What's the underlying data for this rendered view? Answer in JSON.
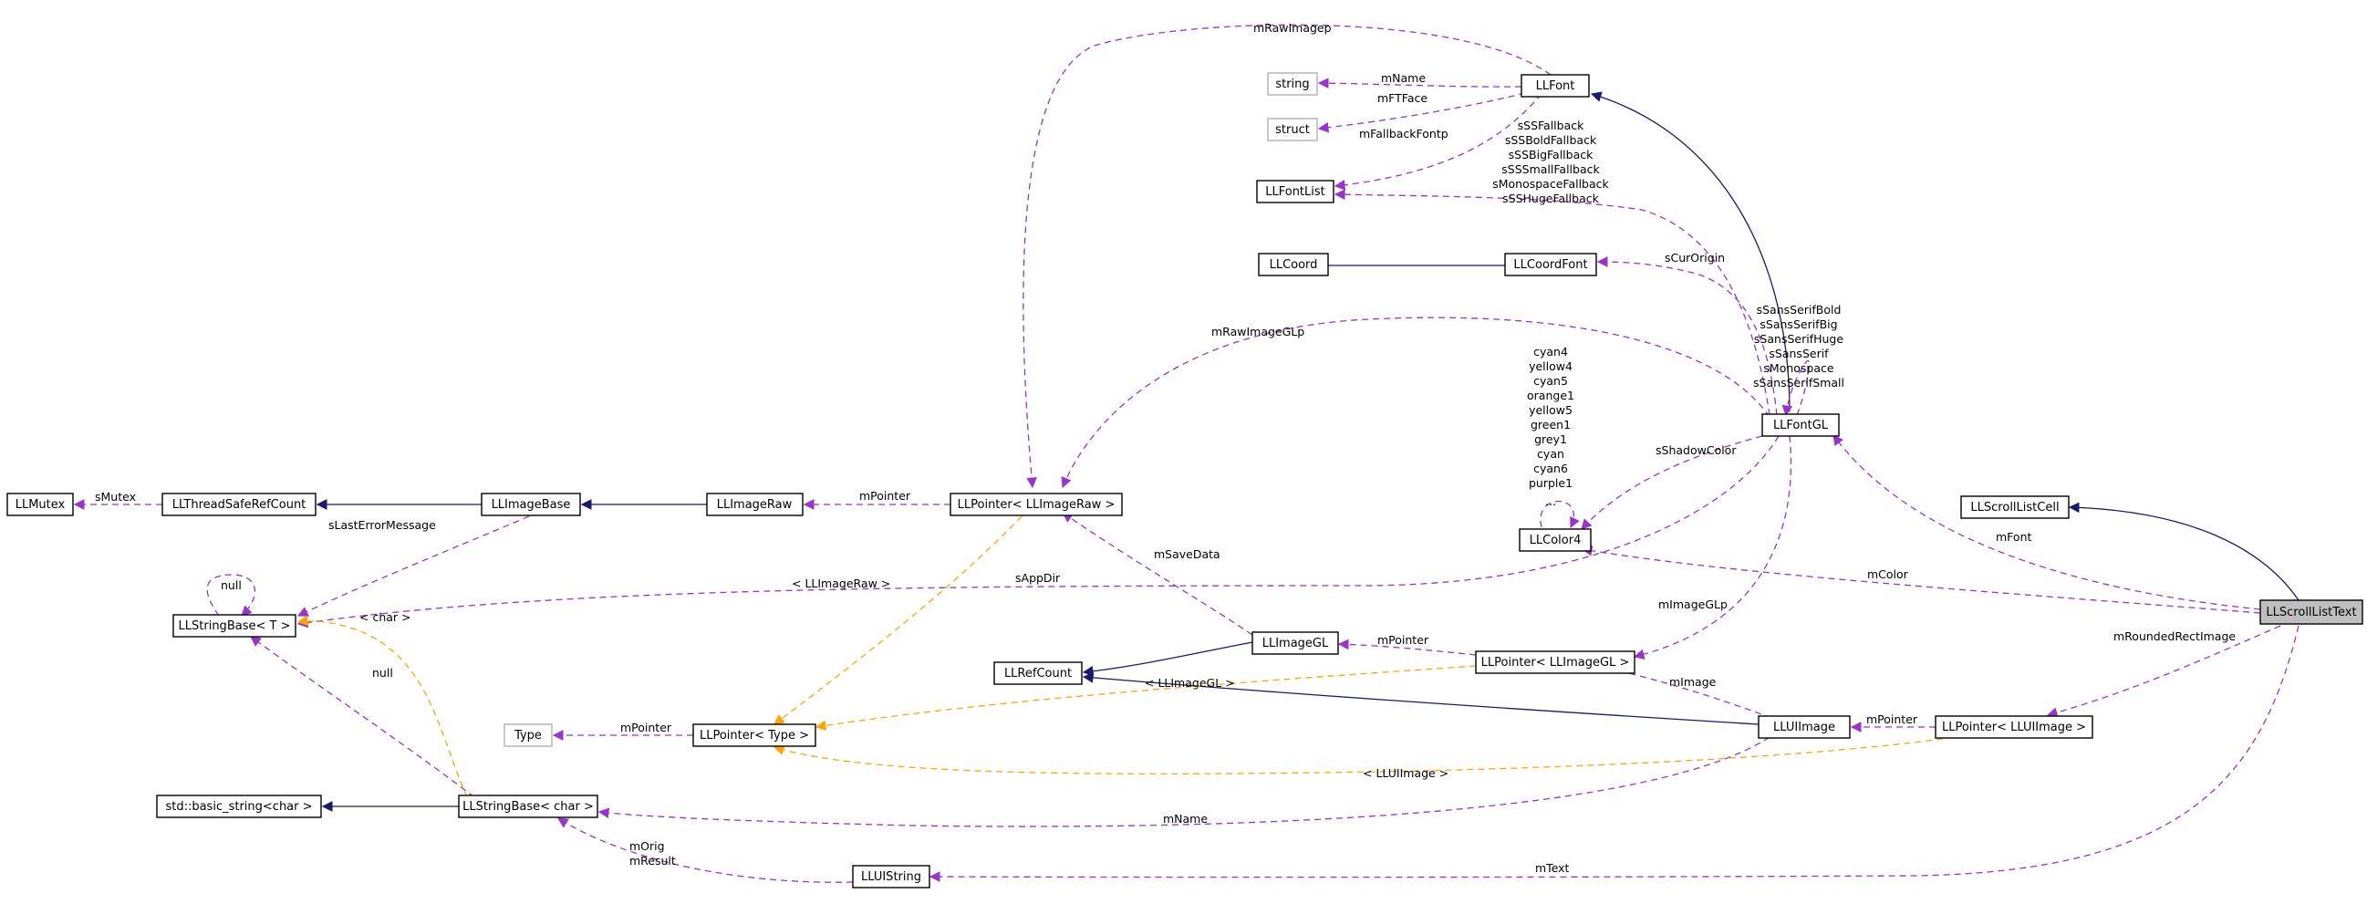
{
  "nodes": {
    "llfont": "LLFont",
    "string": "string",
    "struct": "struct",
    "llfontlist": "LLFontList",
    "llcoord": "LLCoord",
    "llcoordfont": "LLCoordFont",
    "llfontgl": "LLFontGL",
    "llcolor4": "LLColor4",
    "llmutex": "LLMutex",
    "llthreadsaferefcount": "LLThreadSafeRefCount",
    "llimagebase": "LLImageBase",
    "llimageraw": "LLImageRaw",
    "llpointer_imageraw": "LLPointer< LLImageRaw >",
    "llscrolllistcell": "LLScrollListCell",
    "llscrolllisttext": "LLScrollListText",
    "llstringbase_t": "LLStringBase< T >",
    "llimagegl": "LLImageGL",
    "llrefcount": "LLRefCount",
    "llpointer_imagegl": "LLPointer< LLImageGL >",
    "type": "Type",
    "llpointer_type": "LLPointer< Type >",
    "lluiimage": "LLUIImage",
    "llpointer_uiimage": "LLPointer< LLUIImage >",
    "std_basic_string": "std::basic_string<char >",
    "llstringbase_char": "LLStringBase< char >",
    "lluistring": "LLUIString"
  },
  "edge_labels": {
    "mrawimagep": "mRawImagep",
    "mname_font": "mName",
    "mftface": "mFTFace",
    "mfallbackfontp": "mFallbackFontp",
    "fallbacks": [
      "sSSFallback",
      "sSSBoldFallback",
      "sSSBigFallback",
      "sSSSmallFallback",
      "sMonospaceFallback",
      "sSSHugeFallback"
    ],
    "scurorigin": "sCurOrigin",
    "fontgl_statics": [
      "sSansSerifBold",
      "sSansSerifBig",
      "sSansSerifHuge",
      "sSansSerif",
      "sMonospace",
      "sSansSerifSmall"
    ],
    "mrawimageglp": "mRawImageGLp",
    "colors": [
      "cyan4",
      "yellow4",
      "cyan5",
      "orange1",
      "yellow5",
      "green1",
      "grey1",
      "cyan",
      "cyan6",
      "purple1"
    ],
    "colors_more": "...",
    "sshadowcolor": "sShadowColor",
    "smutex": "sMutex",
    "mpointer_raw": "mPointer",
    "slasterrormessage": "sLastErrorMessage",
    "msavedata": "mSaveData",
    "mfont": "mFont",
    "null_self": "null",
    "llimageraw_tmpl": "< LLImageRaw >",
    "sappdir": "sAppDir",
    "mcolor": "mColor",
    "char_tmpl": "< char >",
    "mpointer_gl": "mPointer",
    "mimageglp": "mImageGLp",
    "mroundedrectimage": "mRoundedRectImage",
    "null_str": "null",
    "llimagegl_tmpl": "< LLImageGL >",
    "mimage": "mImage",
    "mpointer_type": "mPointer",
    "mpointer_ui": "mPointer",
    "lluiimage_tmpl": "< LLUIImage >",
    "mname_ui": "mName",
    "morig": "mOrig",
    "mresult": "mResult",
    "mtext": "mText"
  },
  "colors": {
    "usage": "#9a32cd",
    "inherit": "#191970",
    "template": "#ffa500",
    "selected_fill": "#bfbfbf",
    "external_border": "#b0b0b0"
  }
}
